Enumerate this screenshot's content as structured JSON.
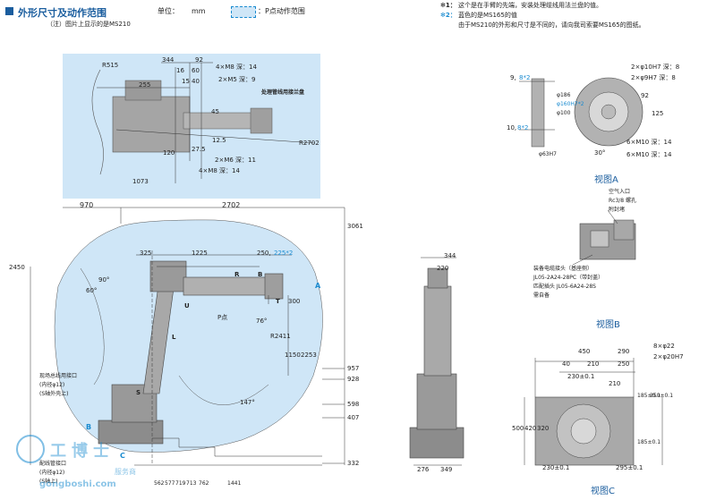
{
  "header": {
    "title": "外形尺寸及动作范围",
    "note": "（注）图片上显示的是MS210",
    "unit_label": "单位：",
    "unit_value": "mm",
    "legend_label": "：P点动作范围"
  },
  "notes": {
    "n1_mark": "✻1：",
    "n1_text": "这个是在手臂的先端，安装处理缆线用法兰盘的值。",
    "n2_mark": "✻2：",
    "n2_text": "蓝色的是MS165的值",
    "n2_text_b": "由于MS210的外形和尺寸是不同的，请向我司索要MS165的图纸。"
  },
  "colors": {
    "range_fill": "#cfe6f7",
    "accent": "#1a8bd0",
    "title": "#1a5d9e",
    "robot": "#8c8c8c"
  },
  "top_view": {
    "dims": [
      "344",
      "92",
      "16",
      "60",
      "255",
      "R515",
      "15",
      "40",
      "4×M8 深：14",
      "2×M5 深：9",
      "处理管线用接兰盘",
      "45",
      "120",
      "27.5",
      "12.5",
      "2×M6 深：11",
      "4×M8 深：14",
      "R2702",
      "1073"
    ]
  },
  "side_view": {
    "top_dims": [
      "970",
      "2702",
      "3061"
    ],
    "dims": [
      "325",
      "1225",
      "250,",
      "225*2",
      "R",
      "B",
      "U",
      "T",
      "L",
      "S",
      "P点",
      "300",
      "76°",
      "R2411",
      "1150",
      "2253",
      "147°",
      "60°",
      "90°",
      "2450",
      "957",
      "928",
      "598",
      "407",
      "332",
      "A",
      "B",
      "C"
    ],
    "bottom_dims": [
      "562",
      "577",
      "719",
      "713",
      "762",
      "1441"
    ],
    "side_notes": [
      "现场总线用接口",
      "(内径φ12)",
      "(S轴外壳上)",
      "配线管接口",
      "(内径φ12)",
      "(S轴上)"
    ]
  },
  "front_view": {
    "dims": [
      "344",
      "220",
      "276",
      "349"
    ]
  },
  "view_a": {
    "label": "视图A",
    "dims": [
      "9,",
      "8*2",
      "10,",
      "8*2",
      "2×φ10H7 深：8",
      "2×φ9H7 深：8",
      "92",
      "125",
      "30°",
      "6×M10 深：14",
      "6×M10 深：14",
      "φ63H7",
      "φ186",
      "φ160H7*2",
      "φ100"
    ]
  },
  "view_b": {
    "label": "视图B",
    "top_note": [
      "空气入口",
      "Rc3/8 螺孔",
      "附封堵"
    ],
    "bottom_note": [
      "装备电缆接头（基座侧）",
      "JL05-2A24-28PC（带封盖）",
      "匹配插头 JL05-6A24-28S",
      "需自备"
    ]
  },
  "view_c": {
    "label": "视图C",
    "dims": [
      "450",
      "290",
      "8×φ22",
      "2×φ20H7",
      "40",
      "210",
      "250",
      "230±0.1",
      "210",
      "185±0.1",
      "250±0.1",
      "500",
      "420",
      "320",
      "185±0.1",
      "230±0.1",
      "295±0.1"
    ]
  },
  "watermark": {
    "brand": "工博士",
    "sub": "服务商",
    "url": "gongboshi.com"
  }
}
